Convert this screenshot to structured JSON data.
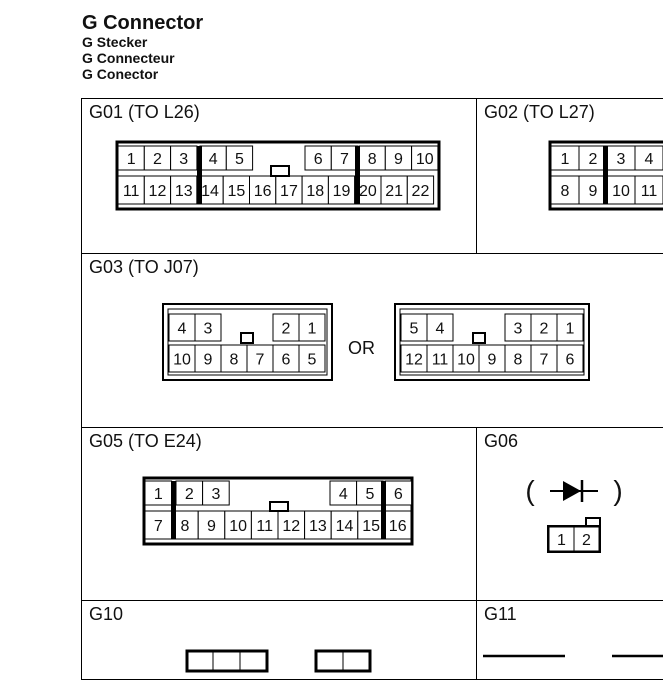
{
  "header": {
    "title": "G Connector",
    "subtitles": [
      "G Stecker",
      "G Connecteur",
      "G Conector"
    ]
  },
  "connectors": {
    "g01": {
      "label": "G01 (TO L26)",
      "top_pins": [
        "1",
        "2",
        "3",
        "4",
        "5",
        "6",
        "7",
        "8",
        "9",
        "10"
      ],
      "bottom_pins": [
        "11",
        "12",
        "13",
        "14",
        "15",
        "16",
        "17",
        "18",
        "19",
        "20",
        "21",
        "22"
      ]
    },
    "g02": {
      "label": "G02 (TO L27)",
      "top_pins": [
        "1",
        "2",
        "3",
        "4"
      ],
      "bottom_pins": [
        "8",
        "9",
        "10",
        "11"
      ]
    },
    "g03": {
      "label": "G03 (TO J07)",
      "or_label": "OR",
      "a": {
        "top_pins": [
          "4",
          "3",
          "2",
          "1"
        ],
        "bottom_pins": [
          "10",
          "9",
          "8",
          "7",
          "6",
          "5"
        ]
      },
      "b": {
        "top_pins": [
          "5",
          "4",
          "3",
          "2",
          "1"
        ],
        "bottom_pins": [
          "12",
          "11",
          "10",
          "9",
          "8",
          "7",
          "6"
        ]
      }
    },
    "g05": {
      "label": "G05 (TO E24)",
      "top_pins": [
        "1",
        "2",
        "3",
        "4",
        "5",
        "6"
      ],
      "bottom_pins": [
        "7",
        "8",
        "9",
        "10",
        "11",
        "12",
        "13",
        "14",
        "15",
        "16"
      ]
    },
    "g06": {
      "label": "G06",
      "pins": [
        "1",
        "2"
      ],
      "paren_open": "(",
      "paren_close": ")",
      "symbol": "diode-icon"
    },
    "g10": {
      "label": "G10"
    },
    "g11": {
      "label": "G11"
    }
  }
}
